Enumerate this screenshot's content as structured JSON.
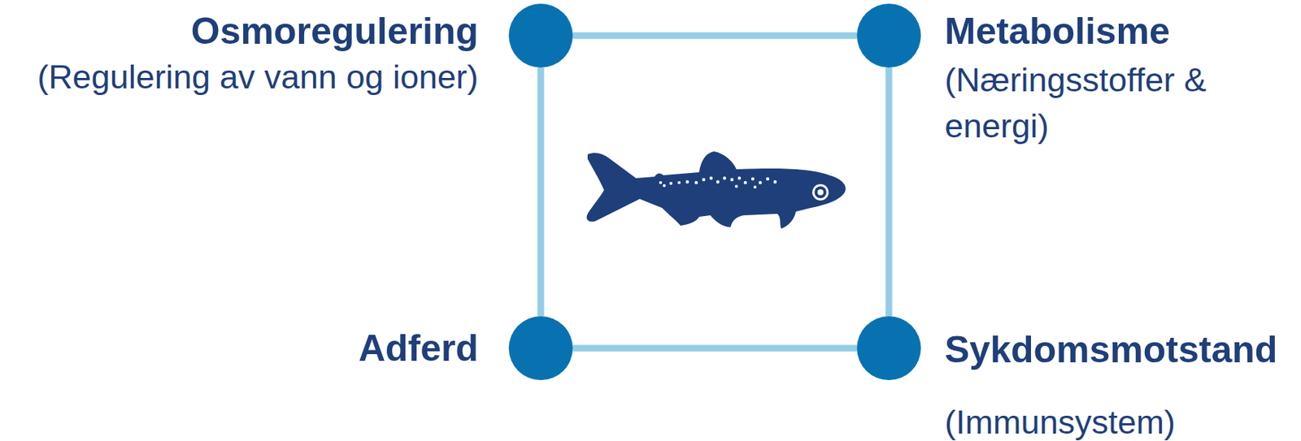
{
  "diagram": {
    "nodes": [
      {
        "text": [
          "Osmoregulering",
          "(Regulering av vann og ioner)"
        ]
      },
      {
        "text": [
          "Metabolisme",
          "(Næringsstoffer & energi)"
        ]
      },
      {
        "text": [
          "Adferd"
        ]
      },
      {
        "text": [
          "Sykdomsmotstand",
          "(Immunsystem)"
        ]
      }
    ],
    "edges": [
      {
        "from": 0,
        "to": 1,
        "arrow": "none"
      },
      {
        "from": 1,
        "to": 3,
        "arrow": "none"
      },
      {
        "from": 2,
        "to": 3,
        "arrow": "none"
      },
      {
        "from": 0,
        "to": 2,
        "arrow": "none"
      }
    ]
  }
}
